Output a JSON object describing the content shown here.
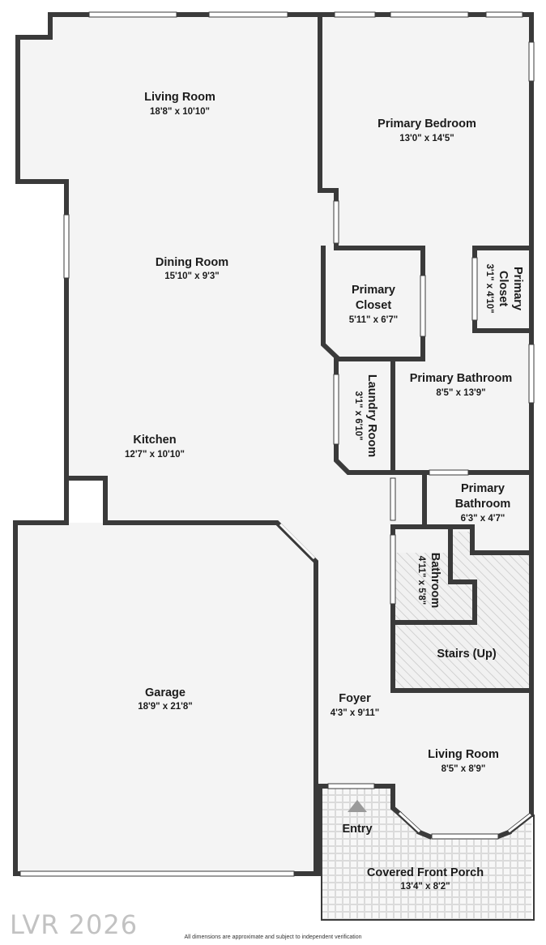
{
  "rooms": {
    "living_room_upper": {
      "name": "Living Room",
      "dims": "18'8\" x 10'10\""
    },
    "primary_bedroom": {
      "name": "Primary Bedroom",
      "dims": "13'0\" x 14'5\""
    },
    "dining_room": {
      "name": "Dining Room",
      "dims": "15'10\" x 9'3\""
    },
    "primary_closet": {
      "name_line1": "Primary",
      "name_line2": "Closet",
      "dims": "5'11\" x 6'7\""
    },
    "primary_closet_small": {
      "name_line1": "Primary",
      "name_line2": "Closet",
      "dims": "3'1\" x 4'10\""
    },
    "laundry_room": {
      "name": "Laundry Room",
      "dims": "3'1\" x 6'10\""
    },
    "primary_bathroom": {
      "name": "Primary Bathroom",
      "dims": "8'5\" x 13'9\""
    },
    "kitchen": {
      "name": "Kitchen",
      "dims": "12'7\" x 10'10\""
    },
    "primary_bathroom_small": {
      "name_line1": "Primary",
      "name_line2": "Bathroom",
      "dims": "6'3\" x 4'7\""
    },
    "bathroom": {
      "name": "Bathroom",
      "dims": "4'11\" x 5'8\""
    },
    "stairs": {
      "name": "Stairs (Up)"
    },
    "garage": {
      "name": "Garage",
      "dims": "18'9\" x 21'8\""
    },
    "foyer": {
      "name": "Foyer",
      "dims": "4'3\" x 9'11\""
    },
    "living_room_lower": {
      "name": "Living Room",
      "dims": "8'5\" x 8'9\""
    },
    "entry": {
      "name": "Entry"
    },
    "covered_front_porch": {
      "name": "Covered Front Porch",
      "dims": "13'4\" x 8'2\""
    }
  },
  "watermark": "LVR 2026",
  "disclaimer": "All dimensions are approximate and subject to independent verification",
  "colors": {
    "wall": "#3a3a3a",
    "floor": "#f4f4f4",
    "window": "#ffffff",
    "hatch": "#c8c8c8",
    "text": "#1b1b1b"
  }
}
